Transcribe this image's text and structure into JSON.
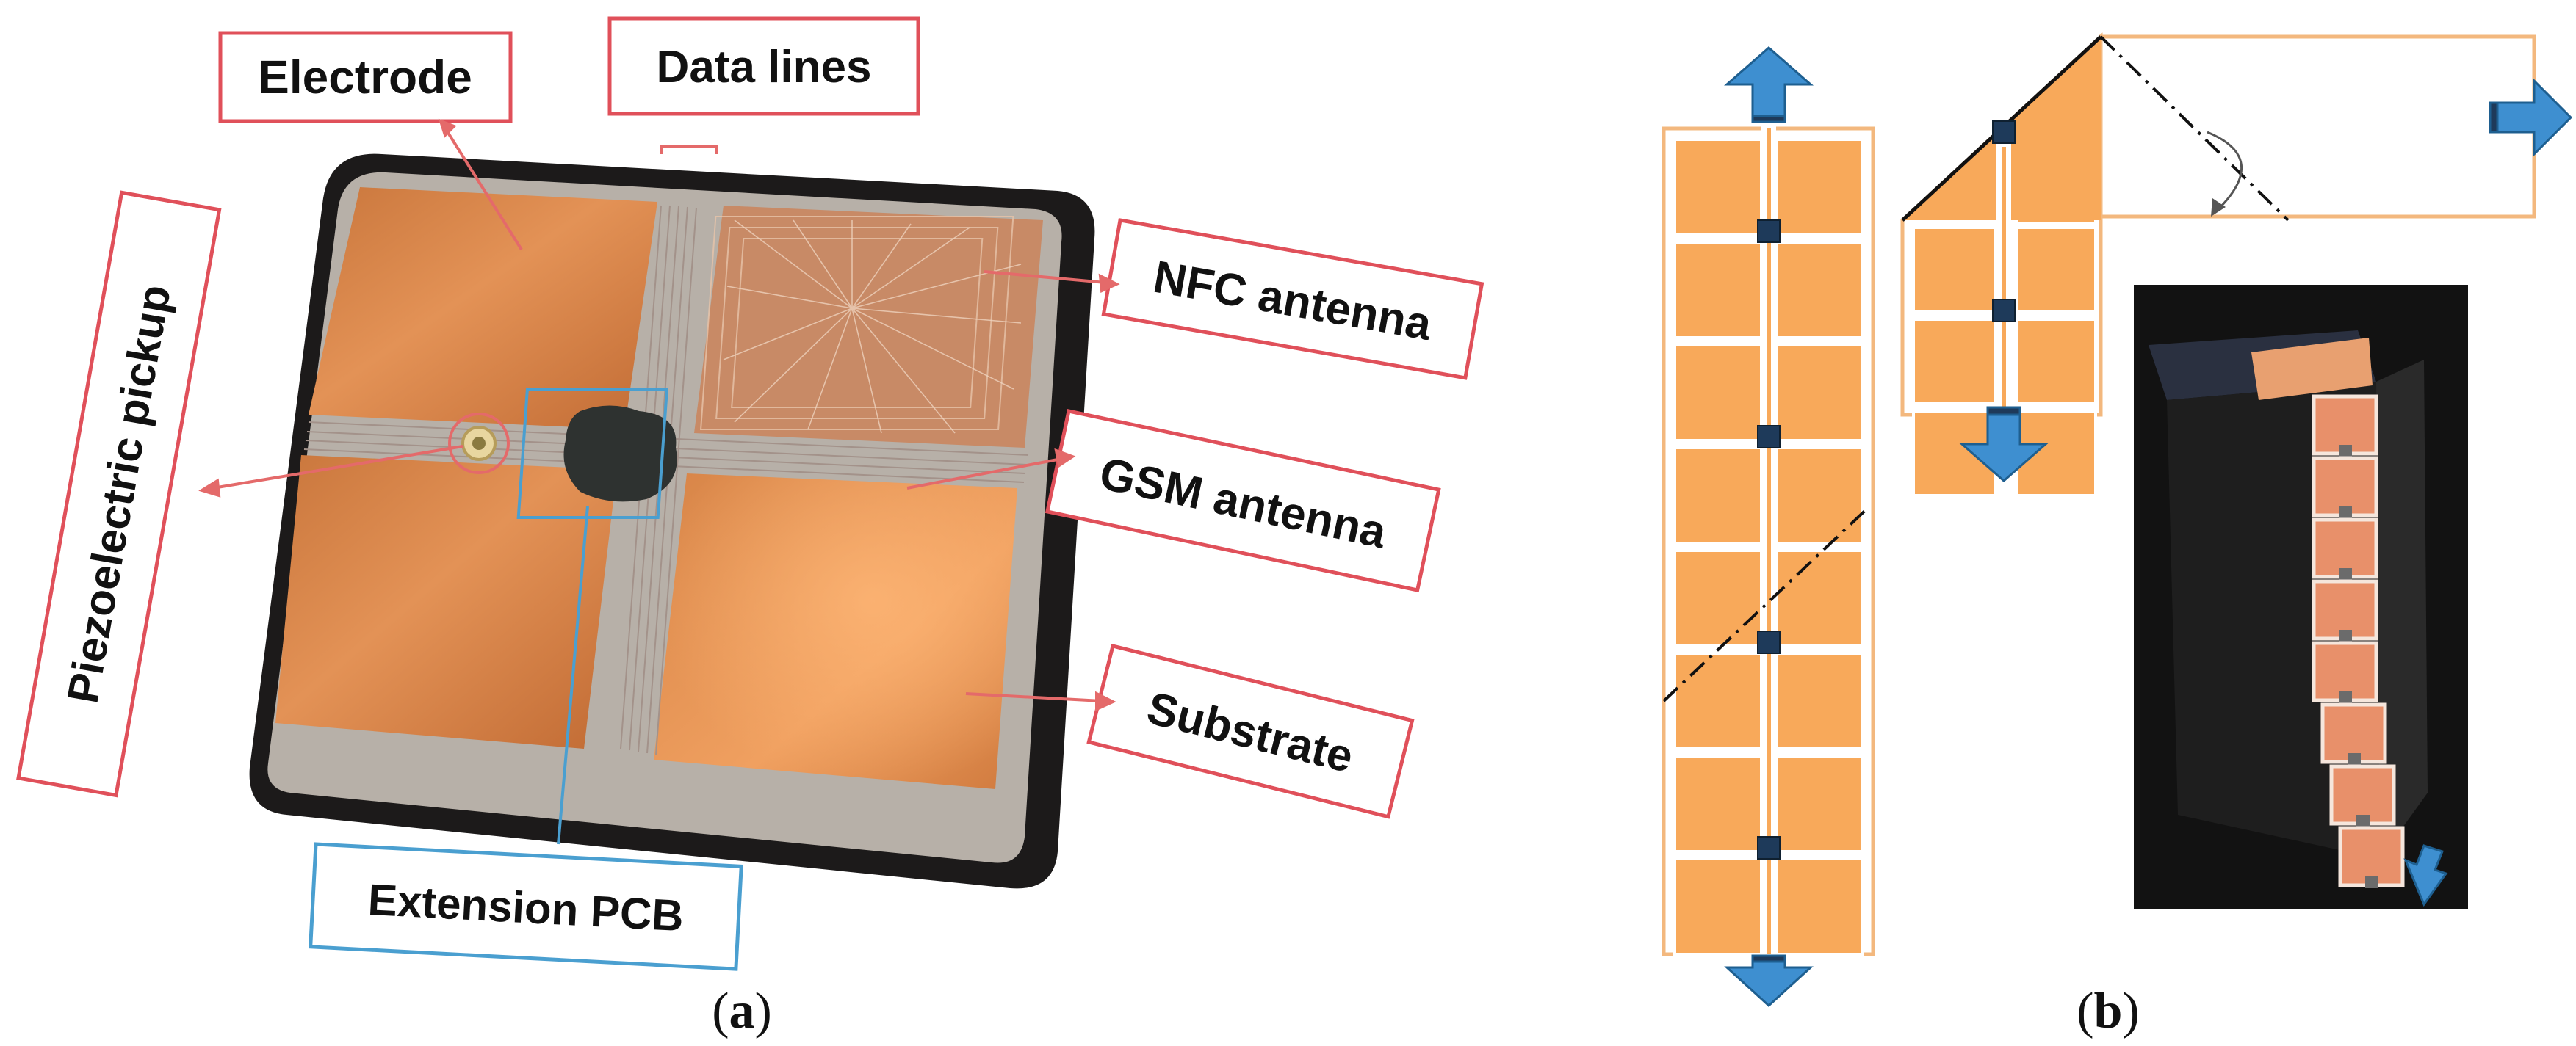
{
  "panel_a": {
    "labels": {
      "electrode": "Electrode",
      "data_lines": "Data lines",
      "nfc_antenna": "NFC antenna",
      "gsm_antenna": "GSM antenna",
      "substrate": "Substrate",
      "extension_pcb": "Extension PCB",
      "piezo_pickup": "Piezoelectric pickup"
    },
    "caption": {
      "open": "(",
      "letter": "a",
      "close": ")"
    }
  },
  "panel_b": {
    "caption": {
      "open": "(",
      "letter": "b",
      "close": ")"
    }
  },
  "colors": {
    "label_border": "#e0505a",
    "pcb_border": "#4a9fd0",
    "arrow_red": "#e46a6a",
    "arrow_blue": "#3e8fd0",
    "panel_fill": "#f8a95a",
    "panel_edge": "#f3b87e",
    "node": "#1e3a5a",
    "copper": "#d98448"
  }
}
